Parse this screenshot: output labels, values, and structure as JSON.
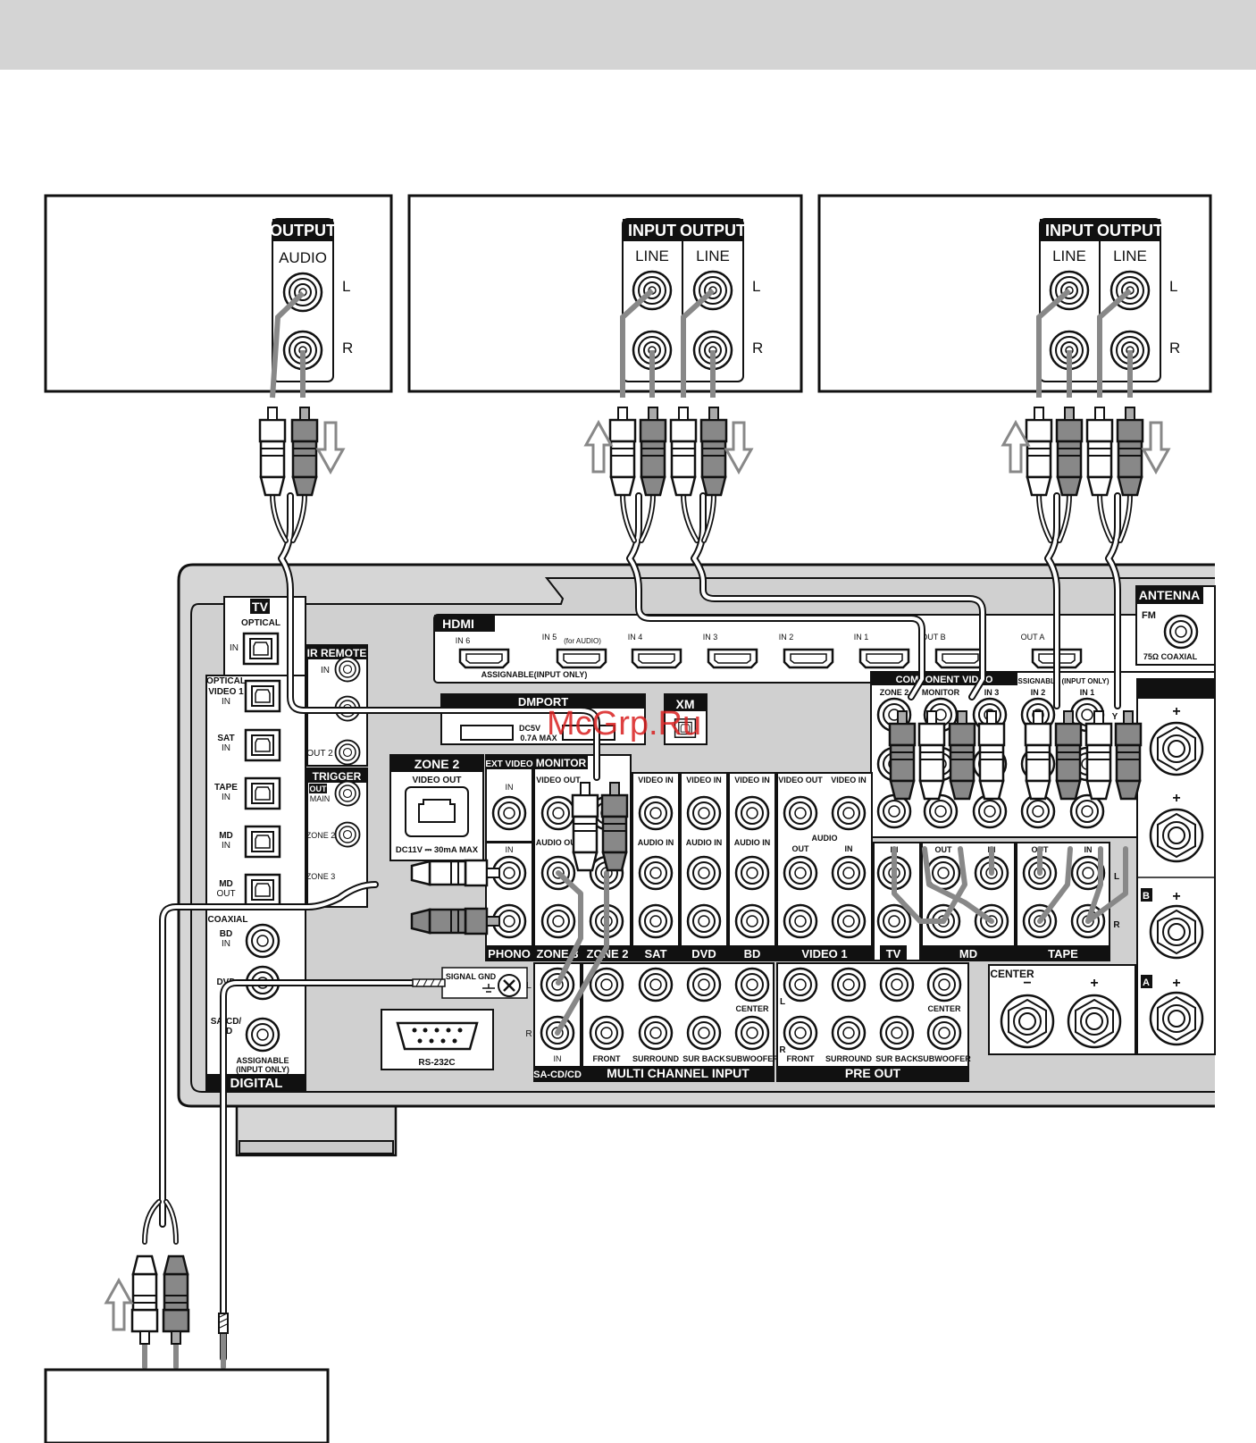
{
  "device_top_left": {
    "output": "OUTPUT",
    "audio": "AUDIO",
    "l": "L",
    "r": "R"
  },
  "device_top_mid": {
    "input": "INPUT",
    "output": "OUTPUT",
    "line_in": "LINE",
    "line_out": "LINE",
    "l": "L",
    "r": "R"
  },
  "device_top_right": {
    "input": "INPUT",
    "output": "OUTPUT",
    "line_in": "LINE",
    "line_out": "LINE",
    "l": "L",
    "r": "R"
  },
  "receiver": {
    "tv": "TV",
    "optical": "OPTICAL",
    "in": "IN",
    "optical_video1": "OPTICAL",
    "video1": "VIDEO 1",
    "video1_in": "IN",
    "sat": "SAT",
    "sat_in": "IN",
    "tape": "TAPE",
    "tape_in": "IN",
    "md": "MD",
    "md_in": "IN",
    "md_out": "MD",
    "md_out2": "OUT",
    "coaxial": "COAXIAL",
    "bd": "BD",
    "bd_in": "IN",
    "dvd": "DVD",
    "sacd": "SA-CD/",
    "sacd2": "CD",
    "assignable": "ASSIGNABLE",
    "input_only": "(INPUT ONLY)",
    "digital": "DIGITAL",
    "ir_remote": "IR REMOTE",
    "ir_in": "IN",
    "ir_out2": "OUT 2",
    "trigger": "TRIGGER",
    "trig_out": "OUT",
    "trig_main": "MAIN",
    "trig_zone2": "ZONE 2",
    "trig_zone3": "ZONE 3",
    "zone2_hdr": "ZONE 2",
    "zone2_video_out": "VIDEO OUT",
    "zone2_dc": "DC11V ⎓ 30mA MAX",
    "dmport": "DMPORT",
    "dmport_dc": "DC5V",
    "dmport_ma": "0.7A MAX",
    "xm": "XM",
    "hdmi": "HDMI",
    "hdmi_in6": "IN 6",
    "hdmi_in5": "IN 5",
    "hdmi_for_audio": "(for AUDIO)",
    "hdmi_in4": "IN 4",
    "hdmi_in3": "IN 3",
    "hdmi_in2": "IN 2",
    "hdmi_in1": "IN 1",
    "hdmi_outb": "OUT B",
    "hdmi_outa": "OUT A",
    "hdmi_assignable": "ASSIGNABLE(INPUT ONLY)",
    "antenna": "ANTENNA",
    "fm": "FM",
    "coax75": "75Ω COAXIAL",
    "component_video": "COMPONENT VIDEO",
    "comp_zone2": "ZONE 2",
    "comp_monitor": "MONITOR",
    "comp_in3": "IN 3",
    "comp_assignable": "ASSIGNABLE",
    "comp_input_only": "(INPUT ONLY)",
    "comp_in2": "IN 2",
    "comp_in1": "IN 1",
    "comp_y": "Y",
    "ext_video": "EXT VIDEO",
    "ext_in": "IN",
    "monitor": "MONITOR",
    "video_out": "VIDEO OUT",
    "video_in": "VIDEO IN",
    "audio_out": "AUDIO OUT",
    "audio_in": "AUDIO IN",
    "audio": "AUDIO",
    "out": "OUT",
    "in_lbl": "IN",
    "phono": "PHONO",
    "zone3": "ZONE 3",
    "zone2": "ZONE 2",
    "sat_lbl": "SAT",
    "dvd_lbl": "DVD",
    "bd_lbl": "BD",
    "video1_lbl": "VIDEO 1",
    "tv_lbl": "TV",
    "md_lbl": "MD",
    "tape_lbl": "TAPE",
    "signal_gnd": "SIGNAL GND",
    "rs232c": "RS-232C",
    "sacd_cd": "SA-CD/CD",
    "multi_channel_input": "MULTI CHANNEL INPUT",
    "pre_out": "PRE OUT",
    "front": "FRONT",
    "surround": "SURROUND",
    "sur_back": "SUR BACK",
    "subwoofer": "SUBWOOFER",
    "center": "CENTER",
    "center_spk": "CENTER",
    "plus": "+",
    "minus": "−",
    "spk_b": "B",
    "spk_a": "A",
    "l": "L",
    "r": "R"
  },
  "watermark": "McGrp.Ru"
}
